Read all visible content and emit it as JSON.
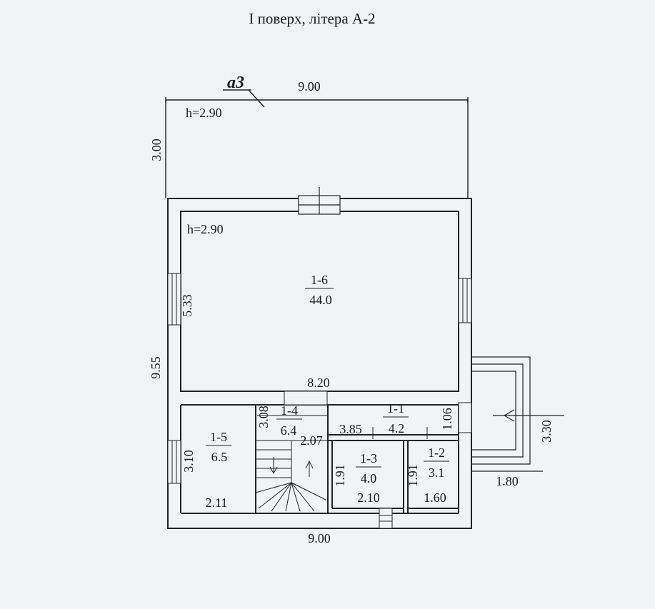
{
  "title": "I поверх, літера  А-2",
  "annex": {
    "label": "а3",
    "width": "9.00",
    "depth": "3.00",
    "height": "h=2.90"
  },
  "building": {
    "height_label": "h=2.90",
    "overall_width_bottom": "9.00",
    "overall_depth": "9.55"
  },
  "rooms": [
    {
      "id": "1-6",
      "area": "44.0"
    },
    {
      "id": "1-4",
      "area": "6.4"
    },
    {
      "id": "1-1",
      "area": "4.2"
    },
    {
      "id": "1-5",
      "area": "6.5"
    },
    {
      "id": "1-3",
      "area": "4.0"
    },
    {
      "id": "1-2",
      "area": "3.1"
    }
  ],
  "dims": {
    "r16_width": "8.20",
    "r16_depth": "5.33",
    "r14_depth": "3.08",
    "r14_width": "2.07",
    "r11_width": "3.85",
    "r11_depth": "1.06",
    "r15_depth": "3.10",
    "r15_width": "2.11",
    "r13_depth": "1.91",
    "r13_width": "2.10",
    "r12_depth": "1.91",
    "r12_width": "1.60",
    "porch_depth": "3.30",
    "porch_width": "1.80"
  }
}
